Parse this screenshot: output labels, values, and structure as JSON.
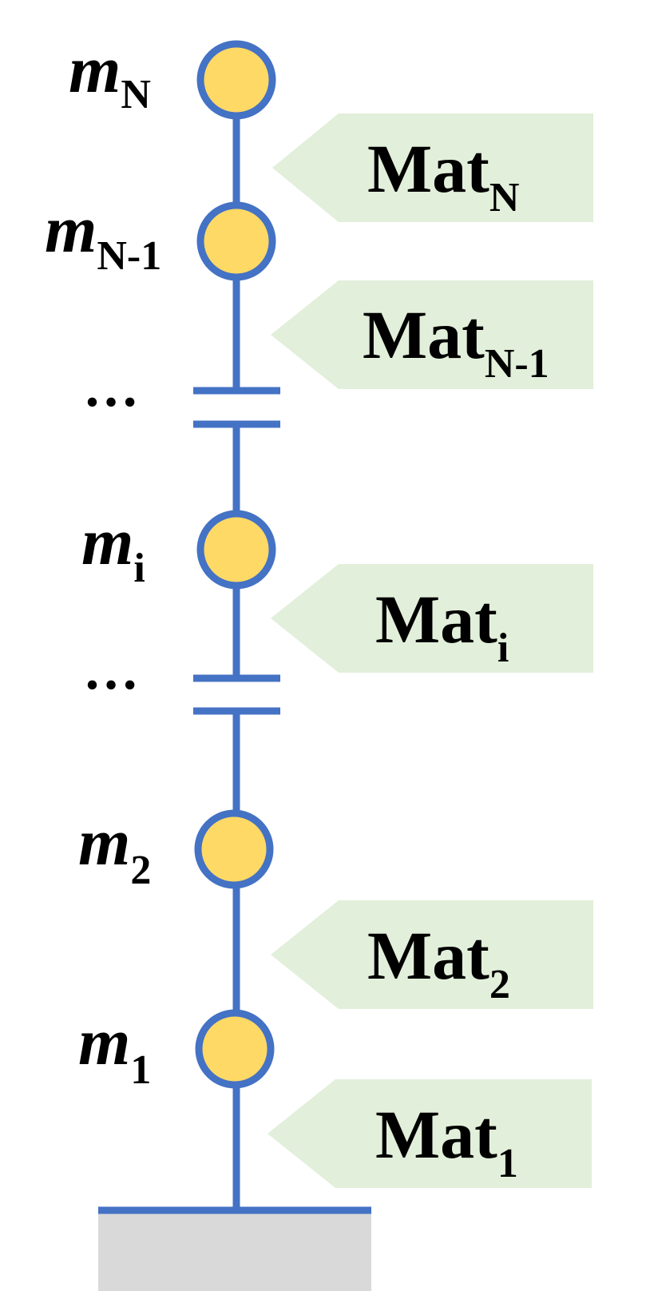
{
  "colors": {
    "column_line": "#4472C4",
    "mass_fill": "#FFD966",
    "mass_stroke": "#4472C4",
    "material_fill": "#E2EFDA",
    "base_fill": "#D9D9D9",
    "text": "#000000"
  },
  "masses": [
    {
      "id": "mN",
      "base": "m",
      "sub": "N"
    },
    {
      "id": "mN-1",
      "base": "m",
      "sub": "N-1"
    },
    {
      "id": "mi",
      "base": "m",
      "sub": "i"
    },
    {
      "id": "m2",
      "base": "m",
      "sub": "2"
    },
    {
      "id": "m1",
      "base": "m",
      "sub": "1"
    }
  ],
  "materials": [
    {
      "id": "MatN",
      "base": "Mat",
      "sub": "N"
    },
    {
      "id": "MatN-1",
      "base": "Mat",
      "sub": "N-1"
    },
    {
      "id": "Mati",
      "base": "Mat",
      "sub": "i"
    },
    {
      "id": "Mat2",
      "base": "Mat",
      "sub": "2"
    },
    {
      "id": "Mat1",
      "base": "Mat",
      "sub": "1"
    }
  ],
  "ellipses": [
    "…",
    "…"
  ]
}
